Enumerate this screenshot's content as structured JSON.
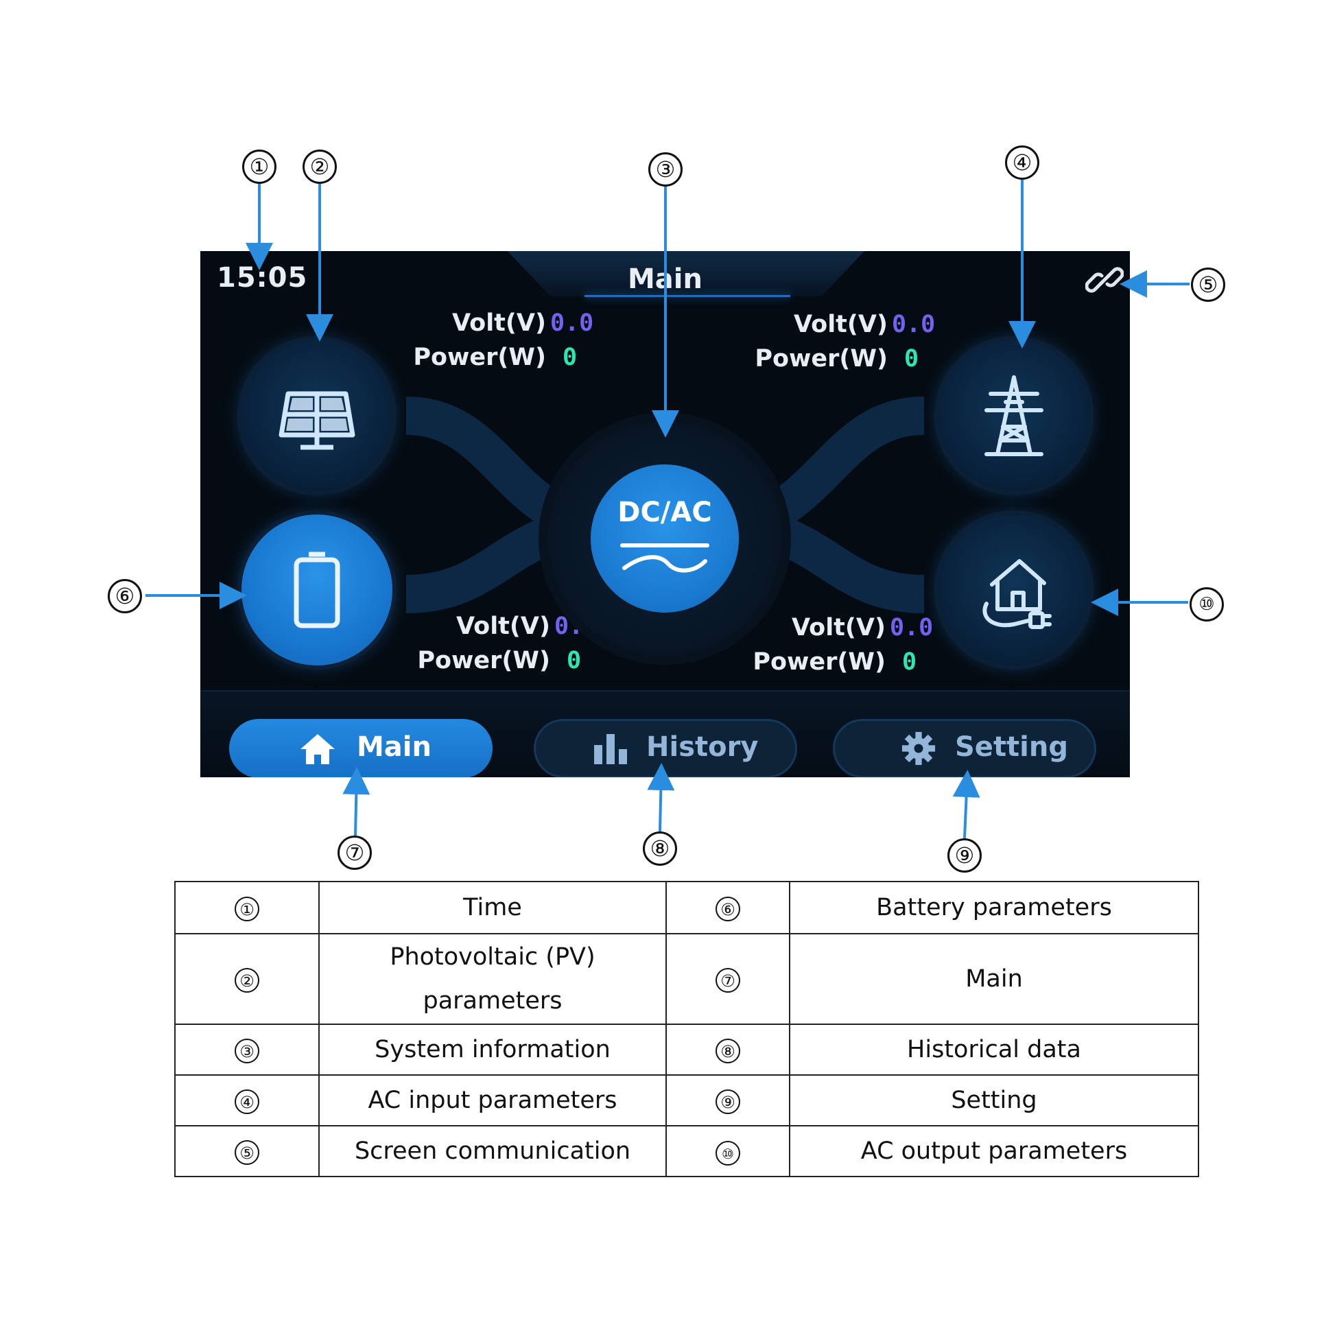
{
  "screen": {
    "time": "15:05",
    "title": "Main",
    "pv": {
      "volt_label": "Volt(V)",
      "volt_value": "0.0",
      "power_label": "Power(W)",
      "power_value": "0"
    },
    "ac_input": {
      "volt_label": "Volt(V)",
      "volt_value": "0.0",
      "power_label": "Power(W)",
      "power_value": "0"
    },
    "battery": {
      "volt_label": "Volt(V)",
      "volt_value": "0.0",
      "power_label": "Power(W)",
      "power_value": "0"
    },
    "ac_output": {
      "volt_label": "Volt(V)",
      "volt_value": "0.0",
      "power_label": "Power(W)",
      "power_value": "0"
    },
    "center_label": "DC/AC",
    "tabs": [
      {
        "label": "Main",
        "icon": "home-icon",
        "active": true
      },
      {
        "label": "History",
        "icon": "bar-chart-icon",
        "active": false
      },
      {
        "label": "Setting",
        "icon": "gear-icon",
        "active": false
      }
    ],
    "colors": {
      "accent": "#1a7ad0",
      "volt": "#7462ee",
      "power": "#2ee6b0",
      "background": "#050b12"
    }
  },
  "callouts": [
    "①",
    "②",
    "③",
    "④",
    "⑤",
    "⑥",
    "⑦",
    "⑧",
    "⑨",
    "⑩"
  ],
  "legend": {
    "rows": [
      {
        "left_num": "①",
        "left_text": "Time",
        "right_num": "⑥",
        "right_text": "Battery parameters"
      },
      {
        "left_num": "②",
        "left_text_line1": "Photovoltaic (PV)",
        "left_text_line2": "parameters",
        "right_num": "⑦",
        "right_text": "Main"
      },
      {
        "left_num": "③",
        "left_text": "System information",
        "right_num": "⑧",
        "right_text": "Historical data"
      },
      {
        "left_num": "④",
        "left_text": "AC input parameters",
        "right_num": "⑨",
        "right_text": "Setting"
      },
      {
        "left_num": "⑤",
        "left_text": "Screen communication",
        "right_num": "⑩",
        "right_text": "AC output parameters"
      }
    ]
  }
}
